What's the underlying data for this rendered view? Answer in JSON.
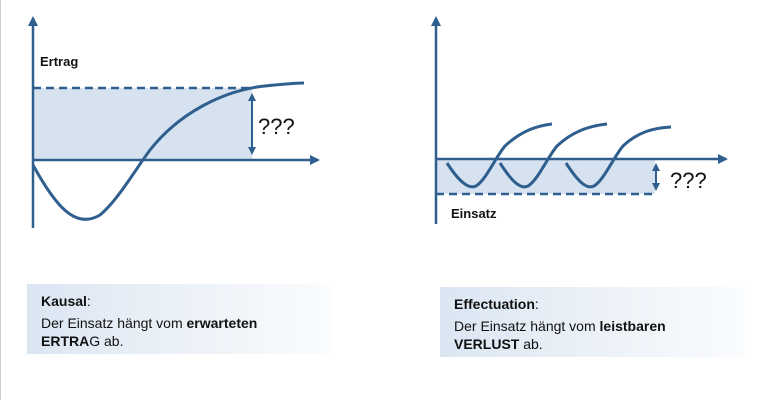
{
  "left_diagram": {
    "y_axis_label": "Ertrag",
    "question_label": "???"
  },
  "right_diagram": {
    "axis_label": "Einsatz",
    "question_label": "???"
  },
  "captions": {
    "left": {
      "title": "Kausal",
      "title_suffix": ":",
      "text_before": "Der Einsatz hängt vom ",
      "emphasis_1": "erwarteten",
      "emphasis_2": "ERTRA",
      "text_after": "G ab."
    },
    "right": {
      "title": "Effectuation",
      "title_suffix": ":",
      "text_before": "Der Einsatz hängt vom ",
      "emphasis_1": "leistbaren",
      "emphasis_2": "VERLUST",
      "text_after": " ab."
    }
  },
  "colors": {
    "line": "#2f5f8e",
    "fill": "#d6e2ef",
    "text": "#111111"
  }
}
